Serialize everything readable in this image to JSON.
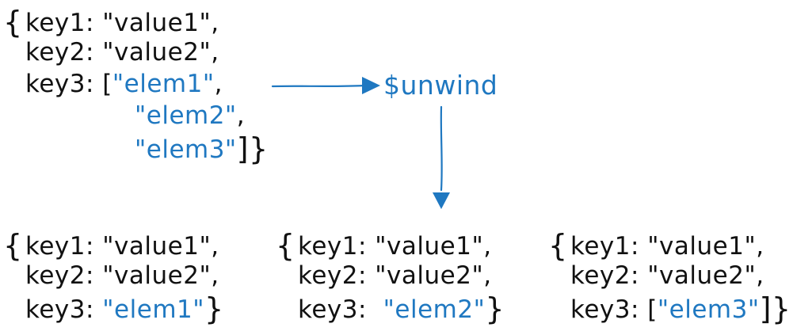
{
  "source": {
    "open": "{",
    "k1": "key1:",
    "v1": "\"value1\",",
    "k2": "key2:",
    "v2": "\"value2\",",
    "k3": "key3:",
    "lb": "[",
    "e1": "\"elem1\"",
    "c1": ",",
    "e2": "\"elem2\"",
    "c2": ",",
    "e3": "\"elem3\"",
    "close": "]}"
  },
  "operator": {
    "label": "$unwind"
  },
  "colors": {
    "accent": "#1f78c1",
    "text": "#111111"
  },
  "results": [
    {
      "open": "{",
      "k1": "key1:",
      "v1": "\"value1\",",
      "k2": "key2:",
      "v2": "\"value2\",",
      "k3": "key3:",
      "pre": "",
      "elem": "\"elem1\"",
      "close": "}"
    },
    {
      "open": "{",
      "k1": "key1:",
      "v1": "\"value1\",",
      "k2": "key2:",
      "v2": "\"value2\",",
      "k3": "key3:",
      "pre": "",
      "elem": "\"elem2\"",
      "close": "}"
    },
    {
      "open": "{",
      "k1": "key1:",
      "v1": "\"value1\",",
      "k2": "key2:",
      "v2": "\"value2\",",
      "k3": "key3:",
      "pre": "[",
      "elem": "\"elem3\"",
      "close": "]}"
    }
  ]
}
